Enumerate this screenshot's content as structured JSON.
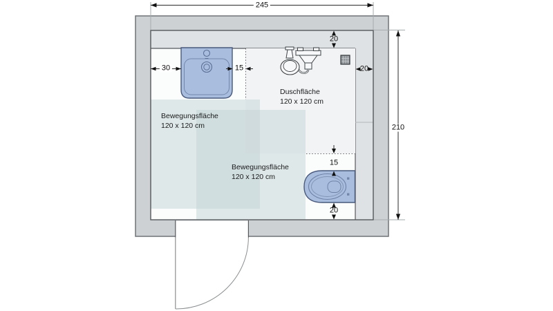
{
  "plan": {
    "dim_width": "245",
    "dim_height": "210",
    "dim_prewall_top": "20",
    "dim_basin_left": "30",
    "dim_basin_right": "15",
    "dim_prewall_right": "20",
    "dim_toilet_top": "15",
    "dim_toilet_bottom": "20",
    "shower_label_line1": "Duschfläche",
    "shower_label_line2": "120 x 120 cm",
    "movement1_line1": "Bewegungsfläche",
    "movement1_line2": "120 x 120 cm",
    "movement2_line1": "Bewegungsfläche",
    "movement2_line2": "120 x 120 cm",
    "colors": {
      "wall": "#cdd1d4",
      "prewall": "#dfe2e4",
      "floor": "#fbfcfc",
      "shower_area": "#f1f3f5",
      "movement_area": "#c3d4d6",
      "fixture": "#a9bedf",
      "fixture_outline": "#49597c"
    }
  }
}
